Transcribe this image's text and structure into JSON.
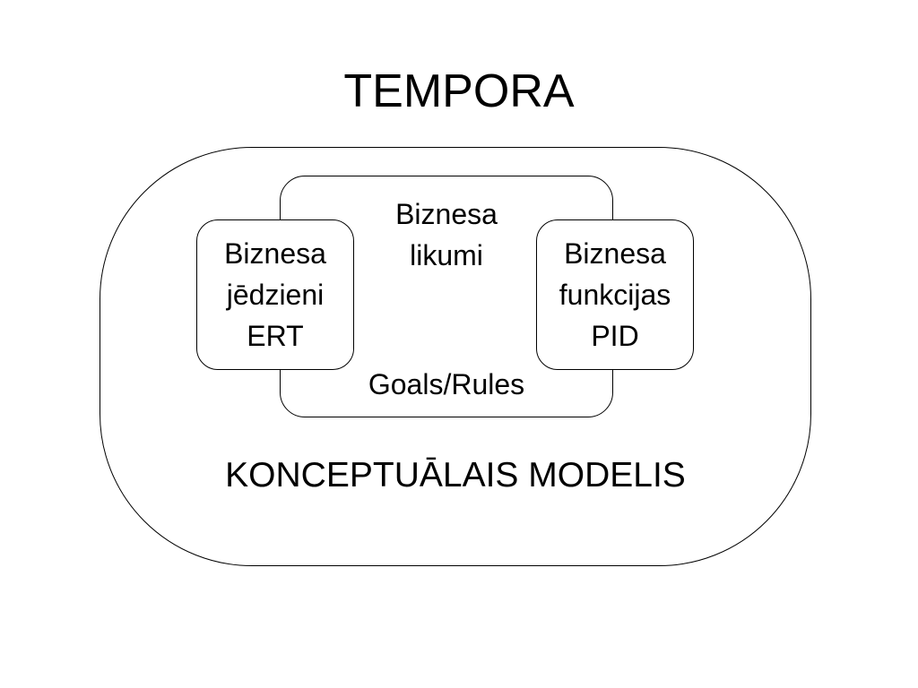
{
  "title": "TEMPORA",
  "outer_label": "KONCEPTUĀLAIS MODELIS",
  "center_box": {
    "top_lines": [
      "Biznesa",
      "likumi"
    ],
    "bottom_label": "Goals/Rules"
  },
  "left_box": {
    "lines": [
      "Biznesa",
      "jēdzieni",
      "ERT"
    ]
  },
  "right_box": {
    "lines": [
      "Biznesa",
      "funkcijas",
      "PID"
    ]
  }
}
